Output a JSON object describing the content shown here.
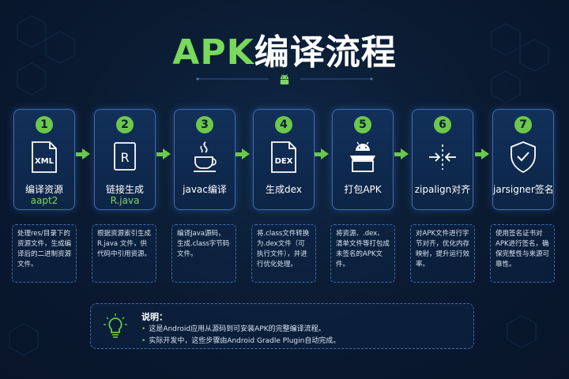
{
  "title": {
    "en": "APK",
    "zh": "编译流程"
  },
  "steps": [
    {
      "number": "1",
      "icon": "xml-file-icon",
      "icon_text": "XML",
      "label": "编译资源",
      "sublabel": "aapt2",
      "description": "处理res/目录下的资源文件，生成编译后的二进制资源文件。"
    },
    {
      "number": "2",
      "icon": "r-file-icon",
      "icon_text": "R",
      "label": "链接生成",
      "sublabel": "R.java",
      "description": "根据资源索引生成R.java 文件，供代码中引用资源。"
    },
    {
      "number": "3",
      "icon": "java-icon",
      "label": "javac编译",
      "sublabel": "",
      "description": "编译Java源码，生成.class字节码文件。"
    },
    {
      "number": "4",
      "icon": "dex-file-icon",
      "icon_text": "DEX",
      "label": "生成dex",
      "sublabel": "",
      "description": "将.class文件转换为.dex文件（可执行文件），并进行优化处理。"
    },
    {
      "number": "5",
      "icon": "android-package-icon",
      "label": "打包APK",
      "sublabel": "",
      "description": "将资源、.dex、清单文件等打包成未签名的APK文件。"
    },
    {
      "number": "6",
      "icon": "align-icon",
      "label": "zipalign对齐",
      "sublabel": "",
      "description": "对APK文件进行字节对齐，优化内存映射，提升运行效率。"
    },
    {
      "number": "7",
      "icon": "shield-check-icon",
      "label": "jarsigner签名",
      "sublabel": "",
      "description": "使用签名证书对APK进行签名，确保完整性与来源可靠性。"
    }
  ],
  "note": {
    "title": "说明：",
    "lines": [
      "这是Android应用从源码到可安装APK的完整编译流程。",
      "实际开发中，这些步骤由Android Gradle Plugin自动完成。"
    ]
  },
  "colors": {
    "accent": "#6cc84c",
    "card_border": "#3d6db4",
    "background": "#0a1a30"
  }
}
